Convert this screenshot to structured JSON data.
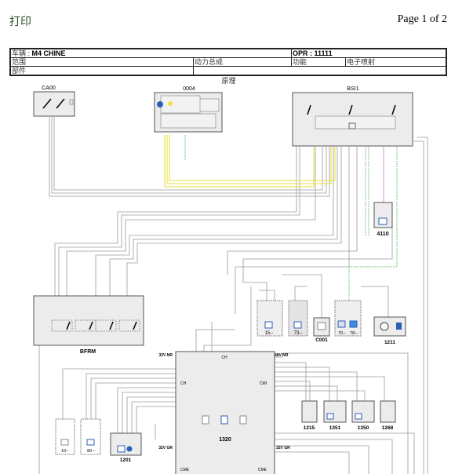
{
  "header": {
    "print_label": "打印",
    "page_info": "Page 1 of 2"
  },
  "info_table": {
    "vehicle_label": "车辆 :",
    "vehicle_value": "M4 CHINE",
    "opr_label": "OPR :",
    "opr_value": "11111",
    "scope_label": "范围",
    "scope_value": "动力总成",
    "function_label": "功能",
    "function_value": "电子喷射",
    "part_label": "部件",
    "part_value": ""
  },
  "diagram": {
    "title": "原理",
    "components": {
      "ca00": "CA00",
      "c0004": "0004",
      "bsi1": "BSI1",
      "c4110": "4110",
      "bfrm": "BFRM",
      "c15": "15--",
      "c73": "73--",
      "c001": "C001",
      "c70": "70--",
      "c78": "78--",
      "c1211": "1211",
      "c1320": "1320",
      "c1215": "1215",
      "c1351": "1351",
      "c1350": "1350",
      "c1268": "1268",
      "c10": "10--",
      "c80": "80--",
      "c1201": "1201"
    },
    "connectors": {
      "ch_top": "CH",
      "ch_left": "CH",
      "cmi": "CMI",
      "cme_left": "CME",
      "cme_right": "CME",
      "c32v_nr_left": "32V NR",
      "c48v_nr": "48V NR",
      "c32v_gr_left": "32V GR",
      "c32v_gr_right": "32V GR"
    },
    "colors": {
      "wire": "#9a9a9a",
      "yellow": "#e6e23c",
      "green": "#7cc47c",
      "box": "#ececec"
    }
  }
}
